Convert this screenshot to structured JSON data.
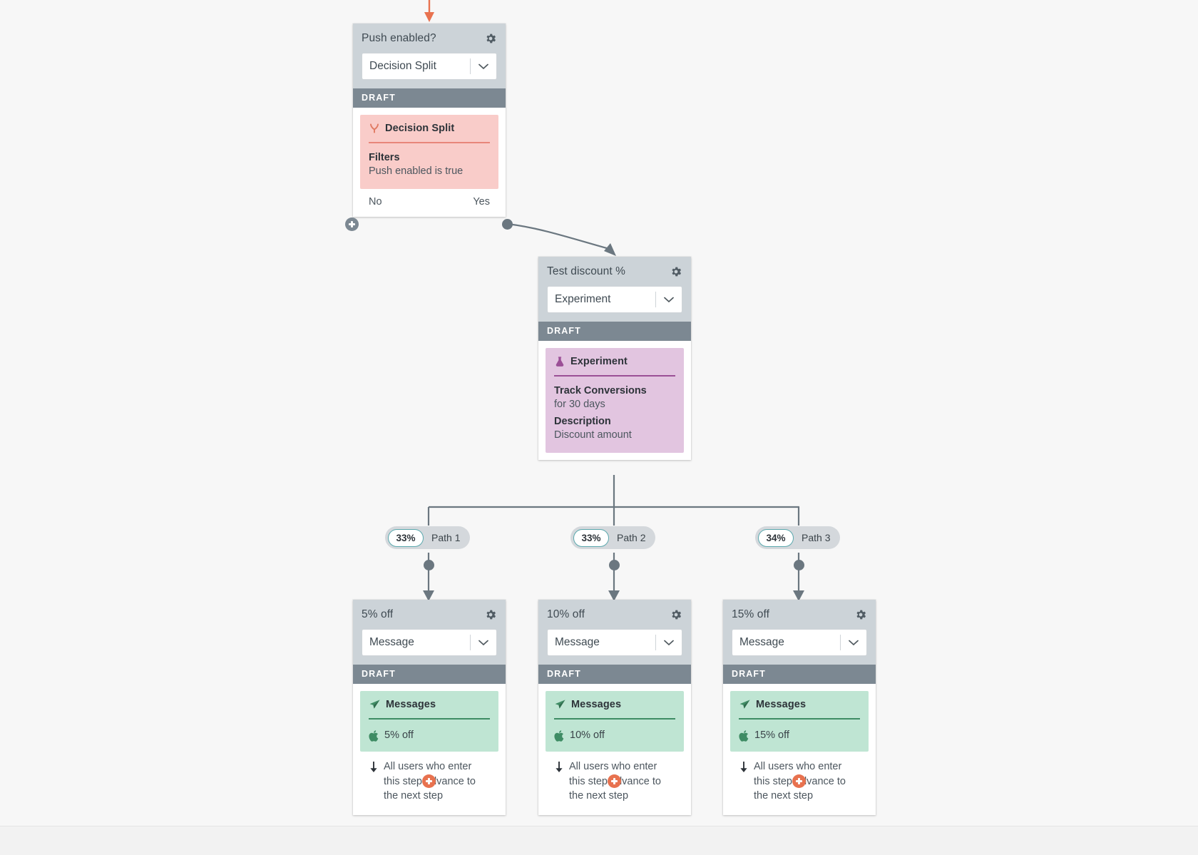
{
  "canvas": {
    "background": "#f7f7f7",
    "accent_orange": "#e8724f",
    "draft_gray": "#7c8892",
    "header_gray": "#ccd3d8",
    "wire_gray": "#6b7780",
    "badge_teal": "#5aa8ad"
  },
  "nodes": {
    "decision": {
      "title": "Push enabled?",
      "gear_icon": "gear-icon",
      "select_value": "Decision Split",
      "caret_icon": "chevron-down-icon",
      "status": "DRAFT",
      "panel": {
        "icon": "decision-split-icon",
        "title": "Decision Split",
        "label": "Filters",
        "text": "Push enabled is true"
      },
      "branch_no": "No",
      "branch_yes": "Yes"
    },
    "experiment": {
      "title": "Test discount %",
      "gear_icon": "gear-icon",
      "select_value": "Experiment",
      "caret_icon": "chevron-down-icon",
      "status": "DRAFT",
      "panel": {
        "icon": "flask-icon",
        "title": "Experiment",
        "label_1": "Track Conversions",
        "text_1": "for 30 days",
        "label_2": "Description",
        "text_2": "Discount amount"
      }
    }
  },
  "paths": [
    {
      "percent": "33%",
      "name": "Path 1"
    },
    {
      "percent": "33%",
      "name": "Path 2"
    },
    {
      "percent": "34%",
      "name": "Path 3"
    }
  ],
  "messages": [
    {
      "title": "5% off",
      "gear_icon": "gear-icon",
      "select_value": "Message",
      "caret_icon": "chevron-down-icon",
      "status": "DRAFT",
      "panel_title": "Messages",
      "panel_icon": "paper-plane-icon",
      "channel_icon": "apple-icon",
      "channel_label": "5% off",
      "advance_icon": "arrow-down-icon",
      "advance_text": "All users who enter this step advance to the next step",
      "add_icon": "plus-icon"
    },
    {
      "title": "10% off",
      "gear_icon": "gear-icon",
      "select_value": "Message",
      "caret_icon": "chevron-down-icon",
      "status": "DRAFT",
      "panel_title": "Messages",
      "panel_icon": "paper-plane-icon",
      "channel_icon": "apple-icon",
      "channel_label": "10% off",
      "advance_icon": "arrow-down-icon",
      "advance_text": "All users who enter this step advance to the next step",
      "add_icon": "plus-icon"
    },
    {
      "title": "15% off",
      "gear_icon": "gear-icon",
      "select_value": "Message",
      "caret_icon": "chevron-down-icon",
      "status": "DRAFT",
      "panel_title": "Messages",
      "panel_icon": "paper-plane-icon",
      "channel_icon": "apple-icon",
      "channel_label": "15% off",
      "advance_icon": "arrow-down-icon",
      "advance_text": "All users who enter this step advance to the next step",
      "add_icon": "plus-icon"
    }
  ]
}
